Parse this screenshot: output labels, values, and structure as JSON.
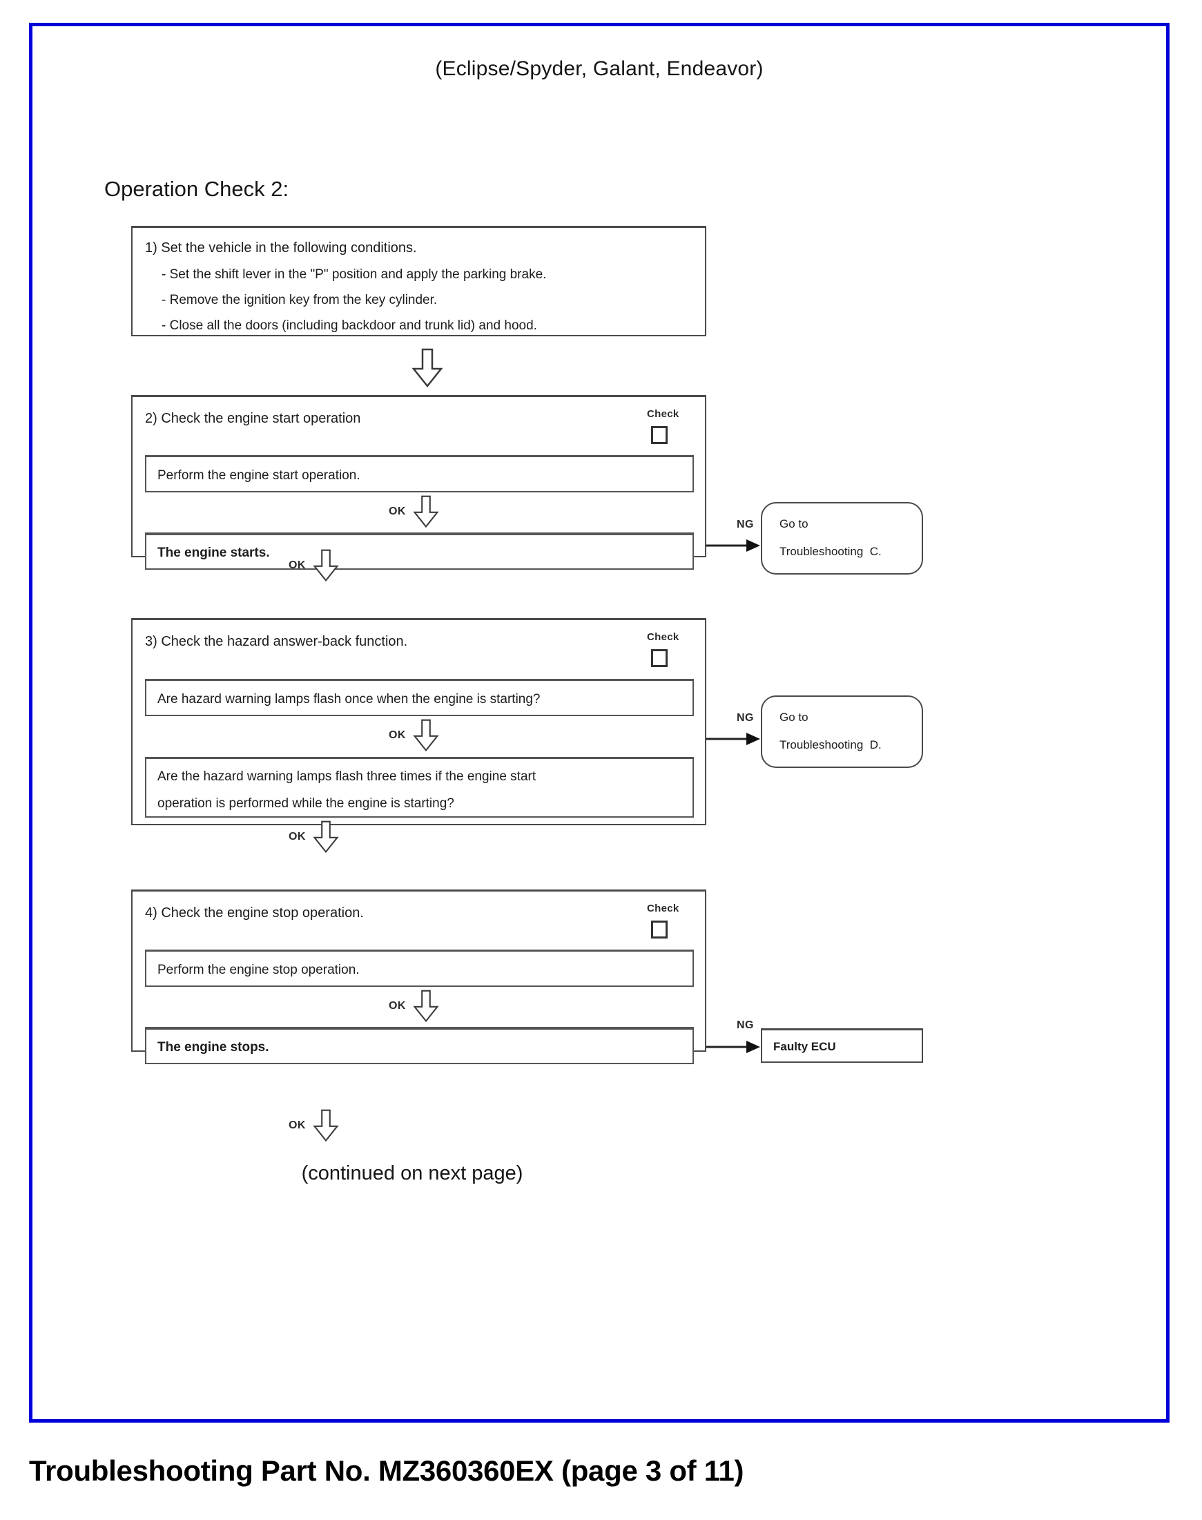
{
  "document": {
    "subtitle": "(Eclipse/Spyder, Galant, Endeavor)",
    "section_title": "Operation Check 2:",
    "continued_note": "(continued on next page)",
    "footer": "Troubleshooting Part No. MZ360360EX (page 3 of 11)",
    "border_color": "#0000d8"
  },
  "labels": {
    "check": "Check",
    "ok": "OK",
    "ng": "NG"
  },
  "steps": [
    {
      "id": "step-1",
      "heading": "1) Set the vehicle in the following conditions.",
      "bullets": [
        "- Set the shift lever in the \"P\" position and apply the parking brake.",
        "- Remove the ignition key from the key cylinder.",
        "- Close all the doors (including backdoor and trunk lid) and hood."
      ]
    },
    {
      "id": "step-2",
      "heading": "2) Check the engine start operation",
      "action": "Perform the engine start operation.",
      "result": "The engine starts.",
      "ng_target": {
        "line1": "Go to",
        "line2": "Troubleshooting  C."
      }
    },
    {
      "id": "step-3",
      "heading": "3) Check the hazard answer-back function.",
      "question_1": "Are hazard warning lamps flash once when the engine is starting?",
      "question_2_line1": "Are the hazard warning lamps flash three times if the engine start",
      "question_2_line2": "operation is performed while the engine is starting?",
      "ng_target": {
        "line1": "Go to",
        "line2": "Troubleshooting  D."
      }
    },
    {
      "id": "step-4",
      "heading": "4) Check the engine stop operation.",
      "action": "Perform the engine stop operation.",
      "result": "The engine stops.",
      "ng_target": {
        "line1": "Faulty ECU"
      }
    }
  ]
}
